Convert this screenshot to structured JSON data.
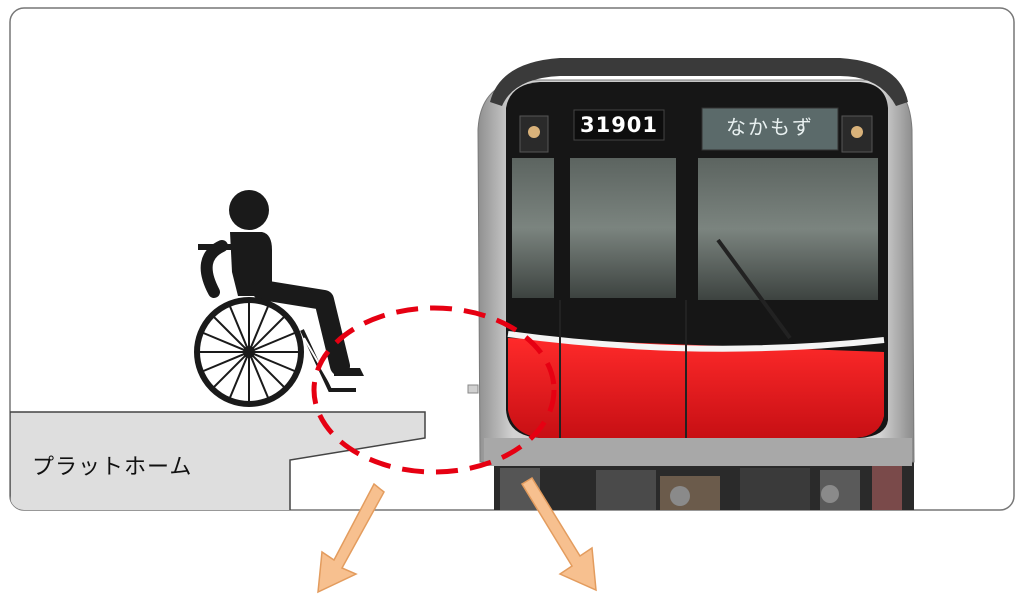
{
  "platform": {
    "label": "プラットホーム"
  },
  "train": {
    "number": "31901",
    "destination": "なかもず",
    "band_color": "#e01f1f",
    "body_color": "#b9b9b9"
  },
  "highlight": {
    "color": "#e60012"
  },
  "arrows": {
    "color": "#f7c08f"
  }
}
